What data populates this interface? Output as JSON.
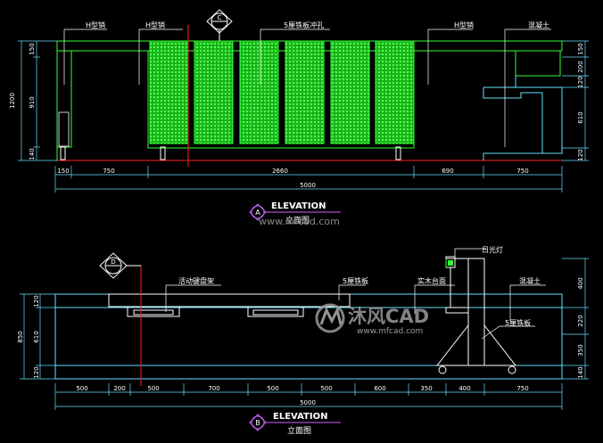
{
  "colors": {
    "background": "#000000",
    "dimension": "#ffffff",
    "cyan": "#66e0ff",
    "green": "#33ff33",
    "panel_fill": "#19b319",
    "red": "#ff2020",
    "label": "#ffffff",
    "purple": "#cc66ff",
    "watermark": "#8a8a8a"
  },
  "top": {
    "labels": {
      "h_pin_left": "H型销",
      "h_pin_mid": "H型销",
      "perforated": "5厘铁板冲孔",
      "h_pin_right": "H型销",
      "concrete": "混凝土"
    },
    "section_mark": "C",
    "left_dims": [
      "1200",
      "150",
      "910",
      "140"
    ],
    "right_dims": [
      "150",
      "200",
      "120",
      "610",
      "120"
    ],
    "bottom_dims": [
      "150",
      "750",
      "2660",
      "690",
      "750"
    ],
    "total": "5000",
    "title_letter": "A",
    "title": "ELEVATION",
    "subtitle": "立面图"
  },
  "bottom": {
    "labels": {
      "light": "日光灯",
      "keyboard": "活动键盘架",
      "plate_5": "5厘铁板",
      "wood_top": "实木台面",
      "concrete": "混凝土",
      "plate_5b": "5厘铁板"
    },
    "section_mark": "D",
    "left_dims": [
      "850",
      "120",
      "610",
      "120"
    ],
    "right_dims": [
      "400",
      "220",
      "350",
      "140"
    ],
    "bottom_dims": [
      "500",
      "200",
      "500",
      "700",
      "500",
      "500",
      "600",
      "350",
      "400",
      "750"
    ],
    "total": "5000",
    "title_letter": "B",
    "title": "ELEVATION",
    "subtitle": "立面图"
  },
  "watermark": {
    "brand": "沐风CAD",
    "url": "www.mfcad.com",
    "url_top": "www.mfcad.com"
  }
}
